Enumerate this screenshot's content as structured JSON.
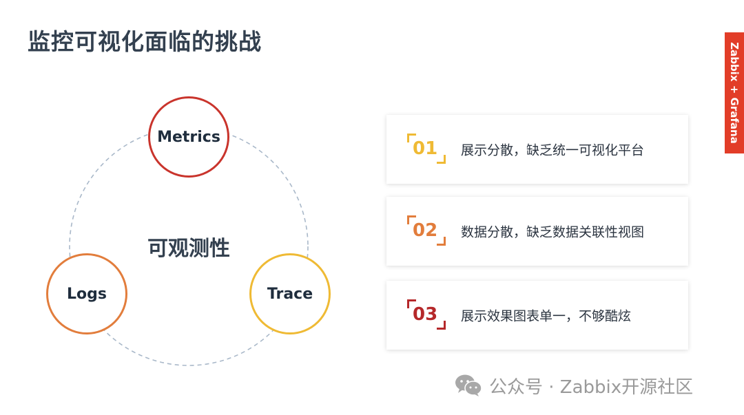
{
  "title": "监控可视化面临的挑战",
  "side_tag": "Zabbix + Grafana",
  "diagram": {
    "center_label": "可观测性",
    "nodes": {
      "metrics": "Metrics",
      "logs": "Logs",
      "trace": "Trace"
    },
    "colors": {
      "metrics": "#c9342c",
      "logs": "#e27d3c",
      "trace": "#efba34",
      "dashed_ring": "#a9b8c9"
    }
  },
  "challenges": [
    {
      "number": "01",
      "text": "展示分散，缺乏统一可视化平台",
      "color": "#efba34"
    },
    {
      "number": "02",
      "text": "数据分散，缺乏数据关联性视图",
      "color": "#e27d3c"
    },
    {
      "number": "03",
      "text": "展示效果图表单一，不够酷炫",
      "color": "#b5282a"
    }
  ],
  "watermark": {
    "icon": "wechat-icon",
    "text": "公众号 · Zabbix开源社区"
  }
}
